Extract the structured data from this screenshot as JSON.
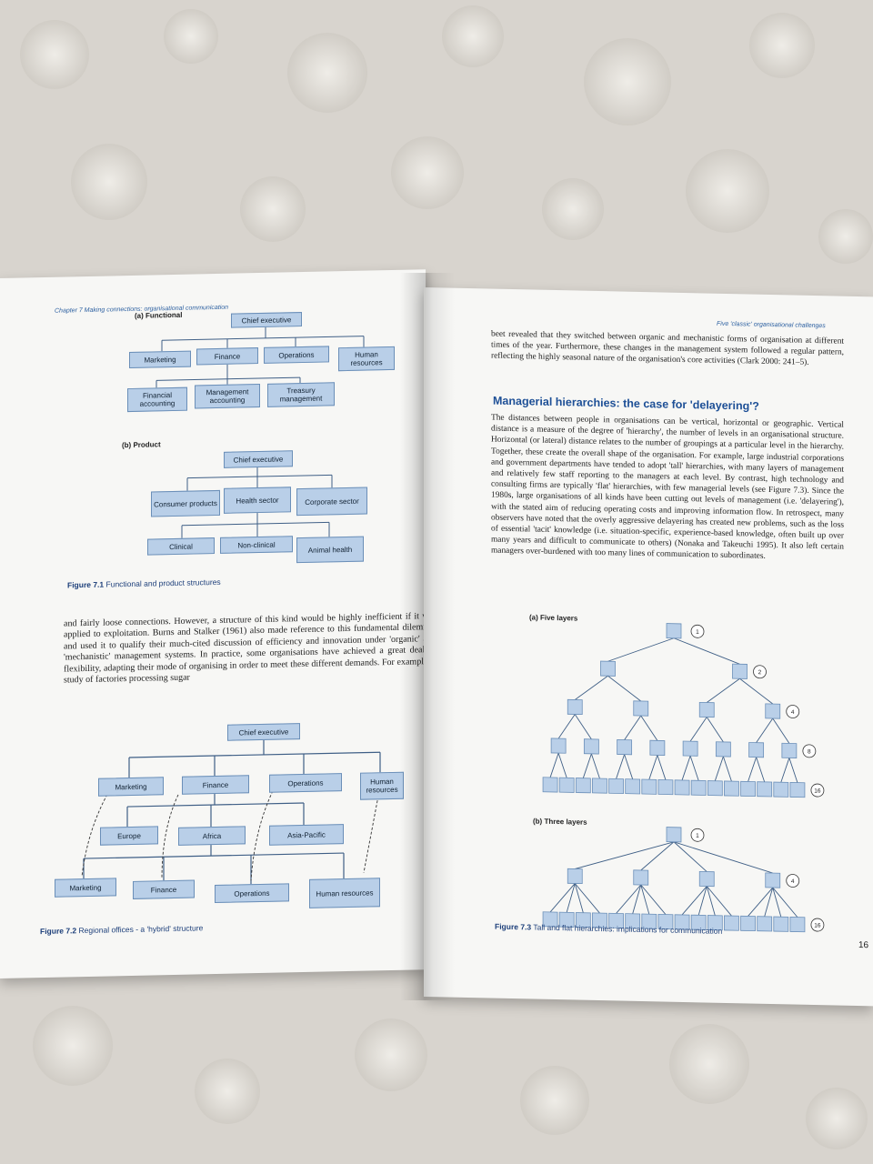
{
  "left_page": {
    "running_header": "Chapter 7  Making connections: organisational communication",
    "fig71": {
      "label_a": "(a) Functional",
      "a_top": "Chief executive",
      "a_row1": [
        "Marketing",
        "Finance",
        "Operations",
        "Human resources"
      ],
      "a_row2": [
        "Financial accounting",
        "Management accounting",
        "Treasury management"
      ],
      "label_b": "(b) Product",
      "b_top": "Chief executive",
      "b_row1": [
        "Consumer products",
        "Health sector",
        "Corporate sector"
      ],
      "b_row2": [
        "Clinical",
        "Non-clinical",
        "Animal health"
      ],
      "caption_num": "Figure 7.1",
      "caption_text": "Functional and product structures"
    },
    "body_text": "and fairly loose connections. However, a structure of this kind would be highly inefficient if it was applied to exploitation. Burns and Stalker (1961) also made reference to this fundamental dilemma, and used it to qualify their much-cited discussion of efficiency and innovation under 'organic' and 'mechanistic' management systems. In practice, some organisations have achieved a great deal of flexibility, adapting their mode of organising in order to meet these different demands. For example, a study of factories processing sugar",
    "fig72": {
      "top": "Chief executive",
      "row1": [
        "Marketing",
        "Finance",
        "Operations",
        "Human resources"
      ],
      "row2": [
        "Europe",
        "Africa",
        "Asia-Pacific"
      ],
      "row3": [
        "Marketing",
        "Finance",
        "Operations",
        "Human resources"
      ],
      "caption_num": "Figure 7.2",
      "caption_text": "Regional offices - a 'hybrid' structure"
    }
  },
  "right_page": {
    "running_header": "Five 'classic' organisational challenges",
    "intro_text": "beet revealed that they switched between organic and mechanistic forms of organisation at different times of the year. Furthermore, these changes in the management system followed a regular pattern, reflecting the highly seasonal nature of the organisation's core activities (Clark 2000: 241–5).",
    "heading": "Managerial hierarchies: the case for 'delayering'?",
    "body_text": "The distances between people in organisations can be vertical, horizontal or geographic. Vertical distance is a measure of the degree of 'hierarchy', the number of levels in an organisational structure. Horizontal (or lateral) distance relates to the number of groupings at a particular level in the hierarchy. Together, these create the overall shape of the organisation. For example, large industrial corporations and government departments have tended to adopt 'tall' hierarchies, with many layers of management and relatively few staff reporting to the managers at each level. By contrast, high technology and consulting firms are typically 'flat' hierarchies, with few managerial levels (see Figure 7.3). Since the 1980s, large organisations of all kinds have been cutting out levels of management (i.e. 'delayering'), with the stated aim of reducing operating costs and improving information flow. In retrospect, many observers have noted that the overly aggressive delayering has created new problems, such as the loss of essential 'tacit' knowledge (i.e. situation-specific, experience-based knowledge, often built up over many years and difficult to communicate to others) (Nonaka and Takeuchi 1995). It also left certain managers over-burdened with too many lines of communication to subordinates.",
    "fig73": {
      "label_a": "(a) Five layers",
      "counts_a": [
        "1",
        "2",
        "4",
        "8",
        "16"
      ],
      "label_b": "(b) Three layers",
      "counts_b": [
        "1",
        "4",
        "16"
      ],
      "caption_num": "Figure 7.3",
      "caption_text": "Tall and flat hierarchies: implications for communication"
    },
    "page_number": "16"
  },
  "colors": {
    "box_fill": "#b9cfe8",
    "box_border": "#6b8fb8",
    "line": "#3f5f86",
    "heading": "#1d4f96"
  }
}
